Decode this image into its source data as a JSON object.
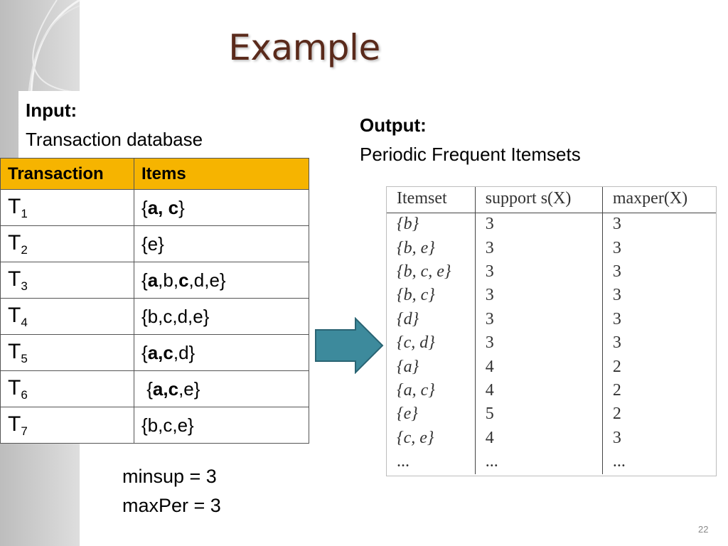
{
  "title": "Example",
  "input": {
    "heading": "Input:",
    "subheading": "Transaction database"
  },
  "output": {
    "heading": "Output:",
    "subheading": "Periodic Frequent Itemsets"
  },
  "transactions": {
    "headers": [
      "Transaction",
      "Items"
    ],
    "rows": [
      {
        "tid": "T",
        "sub": "1",
        "parts": [
          [
            "{",
            false
          ],
          [
            "a, c",
            true
          ],
          [
            "}",
            false
          ]
        ]
      },
      {
        "tid": "T",
        "sub": "2",
        "parts": [
          [
            "{e}",
            false
          ]
        ]
      },
      {
        "tid": "T",
        "sub": "3",
        "parts": [
          [
            "{",
            false
          ],
          [
            "a",
            true
          ],
          [
            ",b,",
            false
          ],
          [
            "c",
            true
          ],
          [
            ",d,e}",
            false
          ]
        ]
      },
      {
        "tid": "T",
        "sub": "4",
        "parts": [
          [
            "{b,c,d,e}",
            false
          ]
        ]
      },
      {
        "tid": "T",
        "sub": "5",
        "parts": [
          [
            "{",
            false
          ],
          [
            "a,c",
            true
          ],
          [
            ",d}",
            false
          ]
        ]
      },
      {
        "tid": "T",
        "sub": "6",
        "parts": [
          [
            " {",
            false
          ],
          [
            "a,c",
            true
          ],
          [
            ",e}",
            false
          ]
        ]
      },
      {
        "tid": "T",
        "sub": "7",
        "parts": [
          [
            "{b,c,e}",
            false
          ]
        ]
      }
    ]
  },
  "params": {
    "minsup": "minsup = 3",
    "maxper": "maxPer = 3"
  },
  "results": {
    "headers": [
      "Itemset",
      "support s(X)",
      "maxper(X)"
    ],
    "rows": [
      [
        "{b}",
        "3",
        "3"
      ],
      [
        "{b, e}",
        "3",
        "3"
      ],
      [
        "{b, c, e}",
        "3",
        "3"
      ],
      [
        "{b, c}",
        "3",
        "3"
      ],
      [
        "{d}",
        "3",
        "3"
      ],
      [
        "{c, d}",
        "3",
        "3"
      ],
      [
        "{a}",
        "4",
        "2"
      ],
      [
        "{a, c}",
        "4",
        "2"
      ],
      [
        "{e}",
        "5",
        "2"
      ],
      [
        "{c, e}",
        "4",
        "3"
      ],
      [
        "...",
        "...",
        "..."
      ]
    ]
  },
  "page_number": "22",
  "colors": {
    "title": "#5a2a1b",
    "header_fill": "#f6b400",
    "arrow": "#3d8a9c"
  }
}
